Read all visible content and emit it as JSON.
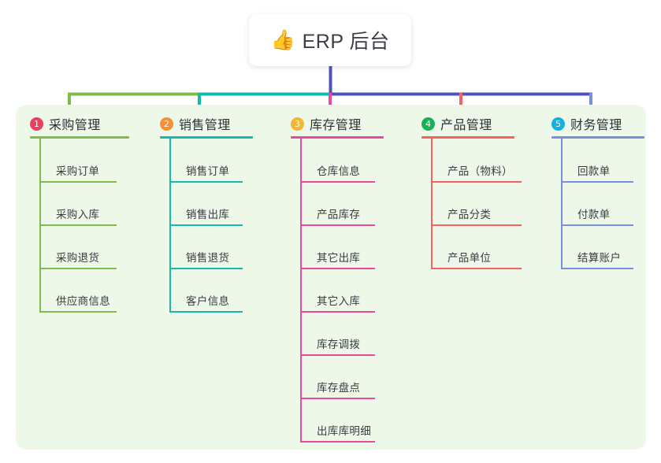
{
  "root": {
    "icon": "thumbs-up-icon",
    "emoji": "👍",
    "title": "ERP 后台"
  },
  "panel": {
    "background_color": "#eef8e8"
  },
  "connector_colors": {
    "root_stem": "#4c54b8",
    "bus_segment_1": "#7fbc4c",
    "bus_segment_2": "#15b9ae",
    "bus_segment_3": "#4c54b8"
  },
  "columns": [
    {
      "index": "1",
      "title": "采购管理",
      "badge_color": "#e8415f",
      "line_color": "#7fbc4c",
      "items": [
        {
          "label": "采购订单"
        },
        {
          "label": "采购入库"
        },
        {
          "label": "采购退货"
        },
        {
          "label": "供应商信息"
        }
      ]
    },
    {
      "index": "2",
      "title": "销售管理",
      "badge_color": "#f59035",
      "line_color": "#15b9ae",
      "items": [
        {
          "label": "销售订单"
        },
        {
          "label": "销售出库"
        },
        {
          "label": "销售退货"
        },
        {
          "label": "客户信息"
        }
      ]
    },
    {
      "index": "3",
      "title": "库存管理",
      "badge_color": "#f5b731",
      "line_color": "#e84a9c",
      "items": [
        {
          "label": "仓库信息"
        },
        {
          "label": "产品库存"
        },
        {
          "label": "其它出库"
        },
        {
          "label": "其它入库"
        },
        {
          "label": "库存调拨"
        },
        {
          "label": "库存盘点"
        },
        {
          "label": "出库库明细"
        }
      ]
    },
    {
      "index": "4",
      "title": "产品管理",
      "badge_color": "#16b356",
      "line_color": "#f4635e",
      "items": [
        {
          "label": "产品（物料）"
        },
        {
          "label": "产品分类"
        },
        {
          "label": "产品单位"
        }
      ]
    },
    {
      "index": "5",
      "title": "财务管理",
      "badge_color": "#17b0e0",
      "line_color": "#7b8fdb",
      "items": [
        {
          "label": "回款单"
        },
        {
          "label": "付款单"
        },
        {
          "label": "结算账户"
        }
      ]
    }
  ]
}
